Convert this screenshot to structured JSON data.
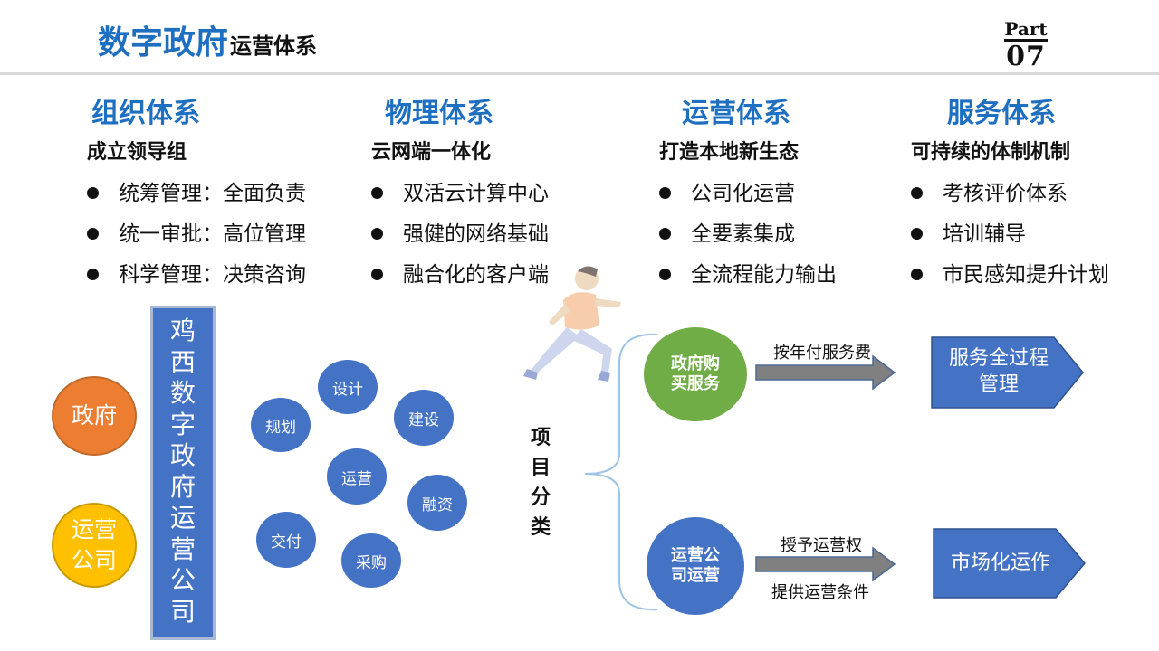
{
  "header": {
    "title_main": "数字政府",
    "title_sub": "运营体系",
    "part_label": "Part",
    "part_number": "07"
  },
  "columns": [
    {
      "title": "组织体系",
      "subtitle": "成立领导组",
      "items": [
        "统筹管理：全面负责",
        "统一审批：高位管理",
        "科学管理：决策咨询"
      ]
    },
    {
      "title": "物理体系",
      "subtitle": "云网端一体化",
      "items": [
        "双活云计算中心",
        "强健的网络基础",
        "融合化的客户端"
      ]
    },
    {
      "title": "运营体系",
      "subtitle": "打造本地新生态",
      "items": [
        "公司化运营",
        "全要素集成",
        "全流程能力输出"
      ]
    },
    {
      "title": "服务体系",
      "subtitle": "可持续的体制机制",
      "items": [
        "考核评价体系",
        "培训辅导",
        "市民感知提升计划"
      ]
    }
  ],
  "diagram": {
    "left_circles": {
      "gov": "政府",
      "ops_line1": "运营",
      "ops_line2": "公司"
    },
    "vertical_bar": [
      "鸡",
      "西",
      "数",
      "字",
      "政",
      "府",
      "运",
      "营",
      "公",
      "司"
    ],
    "small_circles": {
      "design": "设计",
      "plan": "规划",
      "build": "建设",
      "operate": "运营",
      "finance": "融资",
      "deliver": "交付",
      "purchase": "采购"
    },
    "project_label": [
      "项",
      "目",
      "分",
      "类"
    ],
    "upper": {
      "circle_line1": "政府购",
      "circle_line2": "买服务",
      "arrow_label": "按年付服务费",
      "result_line1": "服务全过程",
      "result_line2": "管理"
    },
    "lower": {
      "circle_line1": "运营公",
      "circle_line2": "司运营",
      "arrow_label_top": "授予运营权",
      "arrow_label_bottom": "提供运营条件",
      "result": "市场化运作"
    }
  },
  "colors": {
    "accent_blue": "#1f6fc1",
    "shape_blue": "#4472c4",
    "orange": "#ed7d31",
    "gold": "#ffc000",
    "green": "#70ad47",
    "arrow_gray": "#7f7f7f"
  },
  "icons": {
    "runner": "running-person-illustration"
  }
}
